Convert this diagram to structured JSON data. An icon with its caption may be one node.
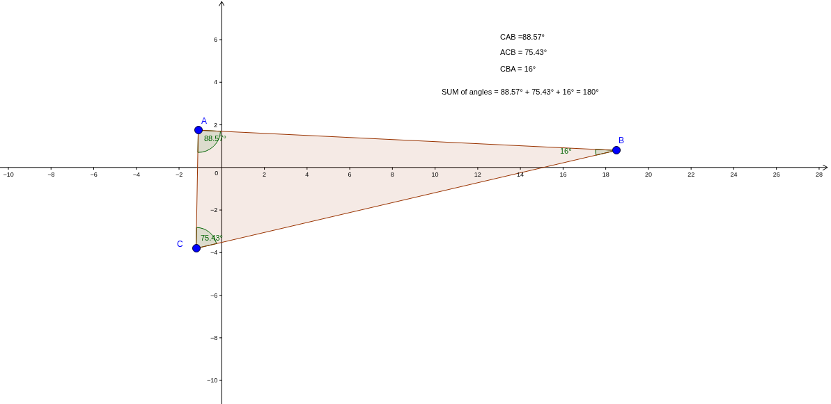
{
  "diagram": {
    "nodes": [
      {
        "text": [],
        "shape": "circle",
        "beside": [
          "A"
        ]
      },
      {
        "text": [],
        "shape": "circle",
        "beside": [
          "B"
        ]
      },
      {
        "text": [],
        "shape": "circle",
        "beside": [
          "C"
        ]
      }
    ],
    "edges": [
      {
        "from": 0,
        "to": 1,
        "arrow": "none"
      },
      {
        "from": 1,
        "to": 2,
        "arrow": "none"
      },
      {
        "from": 2,
        "to": 0,
        "arrow": "none"
      }
    ],
    "labels": [
      "CAB =88.57°",
      "ACB = 75.43°",
      "CBA = 16°",
      "SUM of angles = 88.57° + 75.43° + 16° = 180°",
      "88.57°",
      "16°",
      "75.43°",
      "6",
      "4",
      "2",
      "−2",
      "−4",
      "−6",
      "−8",
      "−10",
      "−10",
      "−8",
      "−6",
      "−4",
      "−2",
      "0",
      "2",
      "4",
      "6",
      "8",
      "10",
      "12",
      "14",
      "16",
      "18",
      "20",
      "22",
      "24",
      "26",
      "28"
    ]
  }
}
